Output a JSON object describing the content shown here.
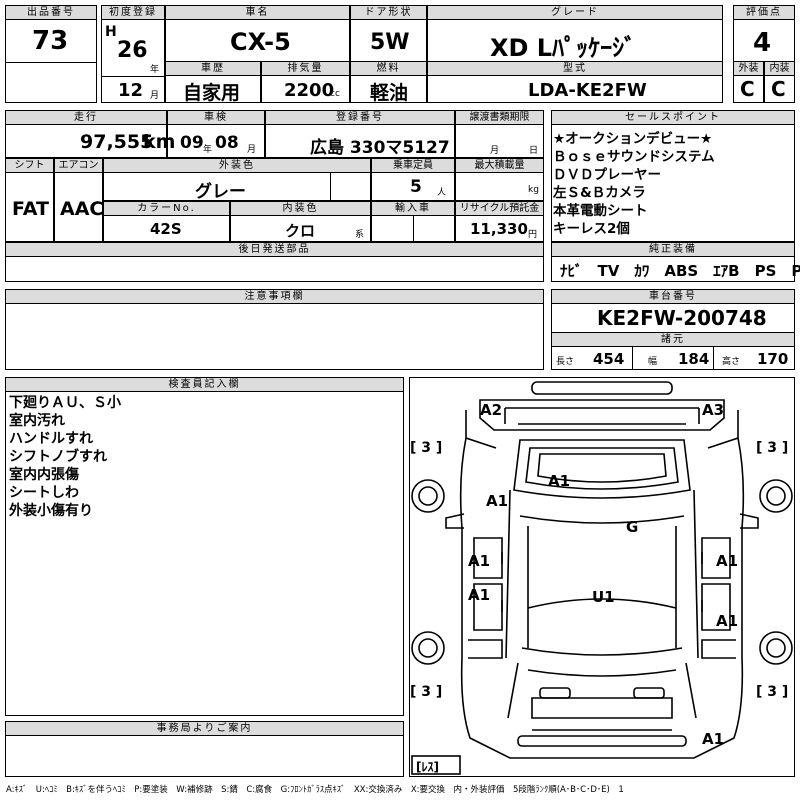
{
  "header": {
    "lot_label": "出品番号",
    "lot": "73",
    "first_reg_label": "初度登録",
    "era": "H",
    "year": "26",
    "year_unit": "年",
    "month": "12",
    "month_unit": "月",
    "car_name_label": "車名",
    "car_name": "CX-5",
    "door_label": "ドア形状",
    "door": "5W",
    "grade_label": "グレード",
    "grade": "XD Lﾊﾟｯｹｰｼﾞ",
    "score_label": "評価点",
    "score": "4",
    "history_label": "車歴",
    "history": "自家用",
    "displacement_label": "排気量",
    "displacement": "2200",
    "displacement_unit": "cc",
    "fuel_label": "燃料",
    "fuel": "軽油",
    "model_label": "型式",
    "model": "LDA-KE2FW",
    "ext_label": "外装",
    "ext": "C",
    "int_label": "内装",
    "int": "C"
  },
  "row2": {
    "mileage_label": "走行",
    "mileage": "97,555",
    "mileage_unit": "km",
    "inspection_label": "車検",
    "insp_year": "09",
    "insp_year_unit": "年",
    "insp_month": "08",
    "insp_month_unit": "月",
    "plate_label": "登録番号",
    "plate": "広島 330マ5127",
    "transfer_label": "譲渡書類期限",
    "transfer_month_unit": "月",
    "transfer_day_unit": "日"
  },
  "row3": {
    "shift_label": "シフト",
    "shift": "FAT",
    "ac_label": "エアコン",
    "ac": "AAC",
    "color_label": "外装色",
    "color": "グレー",
    "capacity_label": "乗車定員",
    "capacity": "5",
    "capacity_unit": "人",
    "load_label": "最大積載量",
    "load_unit": "kg",
    "color_no_label": "カラーNo.",
    "color_no": "42S",
    "interior_color_label": "内装色",
    "interior_color": "クロ",
    "interior_color_unit": "系",
    "import_label": "輸入車",
    "recycle_label": "リサイクル預託金",
    "recycle": "11,330",
    "recycle_unit": "円"
  },
  "later_parts_label": "後日発送部品",
  "notes_label": "注意事項欄",
  "sales_points": {
    "label": "セールスポイント",
    "items": [
      "★オークションデビュー★",
      "Ｂｏｓｅサウンドシステム",
      "ＤＶＤプレーヤー",
      "左Ｓ&Ｂカメラ",
      "本革電動シート",
      "キーレス2個"
    ]
  },
  "equipment": {
    "label": "純正装備",
    "items": "ﾅﾋﾞ　TV　ｶﾜ　ABS　ｴｱB　PS　PW"
  },
  "chassis": {
    "label": "車台番号",
    "value": "KE2FW-200748"
  },
  "specs": {
    "label": "諸元",
    "length_label": "長さ",
    "length": "454",
    "width_label": "幅",
    "width": "184",
    "height_label": "高さ",
    "height": "170"
  },
  "inspector": {
    "label": "検査員記入欄",
    "lines": [
      "下廻りＡＵ、Ｓ小",
      "室内汚れ",
      "ハンドルすれ",
      "シフトノブすれ",
      "室内内張傷",
      "シートしわ",
      "外装小傷有り"
    ]
  },
  "office_label": "事務局よりご案内",
  "diagram": {
    "marks": [
      "A2",
      "A3",
      "A1",
      "A1",
      "G",
      "A1",
      "A1",
      "A1",
      "U1",
      "A1",
      "A1"
    ],
    "tire_marks": [
      "[ 3 ]",
      "[ 3 ]",
      "[ 3 ]",
      "[ 3 ]"
    ],
    "spare": "[ﾚｽ]"
  },
  "legend": "A:ｷｽﾞ　U:ﾍｺﾐ　B:ｷｽﾞを伴うﾍｺﾐ　P:要塗装　W:補修跡　S:錆　C:腐食　G:ﾌﾛﾝﾄｶﾞﾗｽ点ｷｽﾞ　XX:交換済み　X:要交換　内・外装評価　5段階ﾗﾝｸ順(A･B･C･D･E)　1"
}
